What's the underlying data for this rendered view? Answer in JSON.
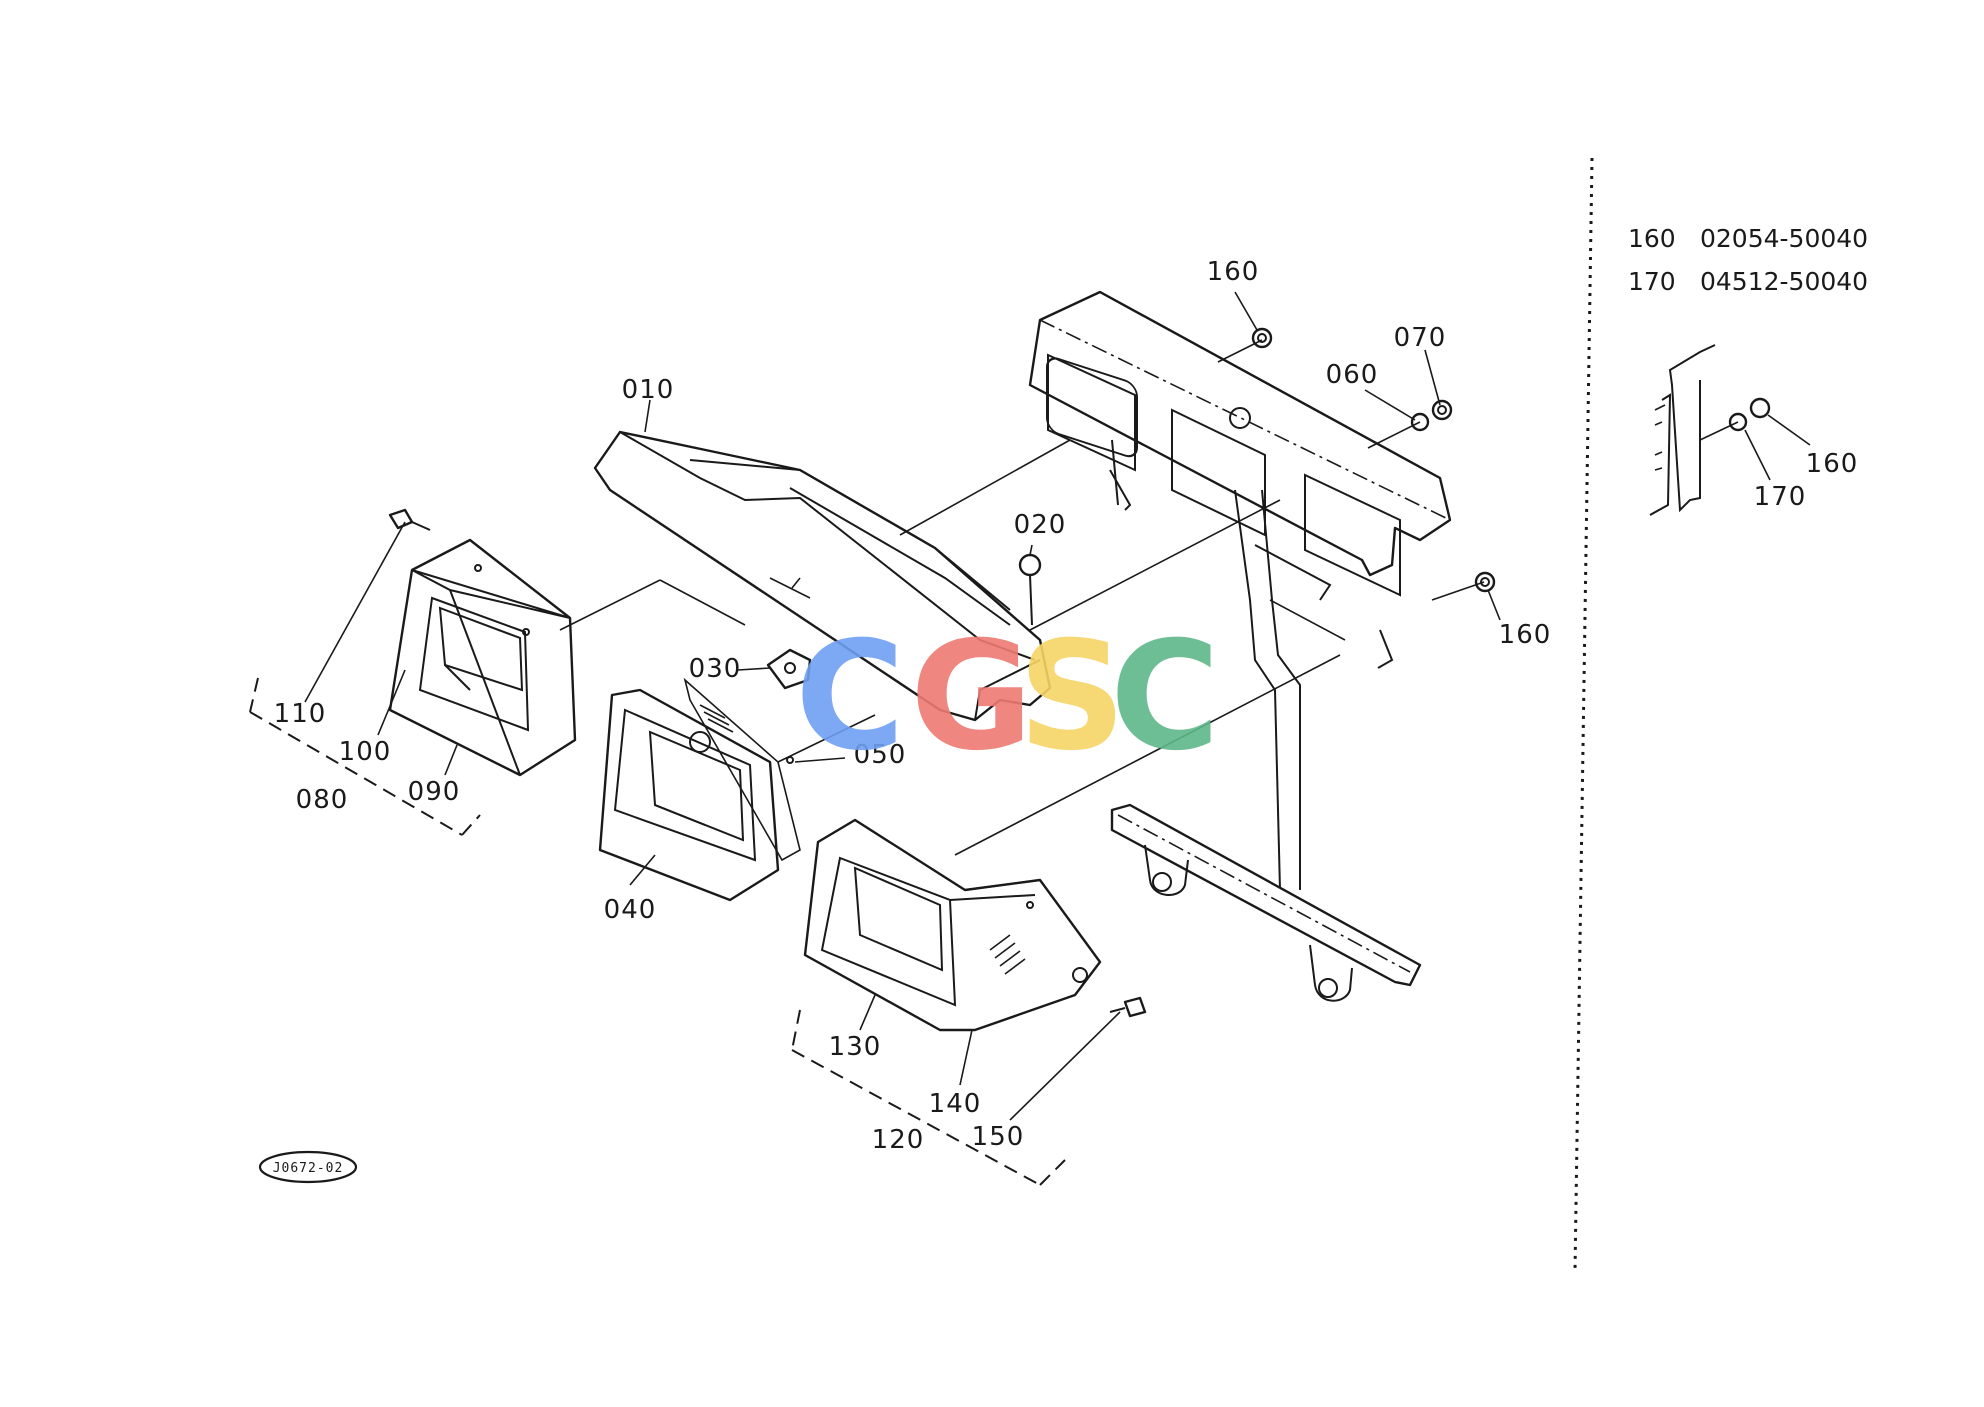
{
  "diagram": {
    "callouts": [
      {
        "id": "010",
        "text": "010"
      },
      {
        "id": "020",
        "text": "020"
      },
      {
        "id": "030",
        "text": "030"
      },
      {
        "id": "040",
        "text": "040"
      },
      {
        "id": "050",
        "text": "050"
      },
      {
        "id": "060",
        "text": "060"
      },
      {
        "id": "070",
        "text": "070"
      },
      {
        "id": "080",
        "text": "080"
      },
      {
        "id": "090",
        "text": "090"
      },
      {
        "id": "100",
        "text": "100"
      },
      {
        "id": "110",
        "text": "110"
      },
      {
        "id": "120",
        "text": "120"
      },
      {
        "id": "130",
        "text": "130"
      },
      {
        "id": "140",
        "text": "140"
      },
      {
        "id": "150",
        "text": "150"
      },
      {
        "id": "160",
        "text": "160"
      },
      {
        "id": "170",
        "text": "170"
      }
    ],
    "drawing_code": "J0672-02"
  },
  "reference_table": [
    {
      "item": "160",
      "part_number": "02054-50040"
    },
    {
      "item": "170",
      "part_number": "04512-50040"
    }
  ],
  "watermark": {
    "letters": [
      {
        "char": "C",
        "color": "#6f9ff2"
      },
      {
        "char": "G",
        "color": "#ee7a72"
      },
      {
        "char": "S",
        "color": "#f6d466"
      },
      {
        "char": "C",
        "color": "#5fb88a"
      }
    ]
  }
}
